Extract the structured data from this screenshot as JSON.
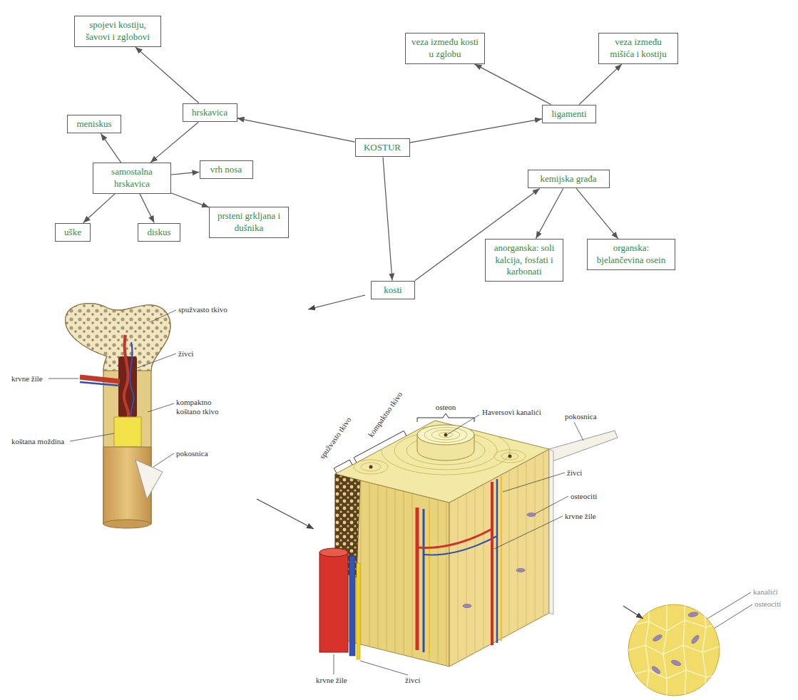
{
  "diagram": {
    "nodes": [
      {
        "text": [
          "spojevi kostiju, šavovi i zglobovi"
        ]
      },
      {
        "text": [
          "veza između kosti u zglobu"
        ]
      },
      {
        "text": [
          "veza između mišića i kostiju"
        ]
      },
      {
        "text": [
          "hrskavica"
        ]
      },
      {
        "text": [
          "meniskus"
        ]
      },
      {
        "text": [
          "ligamenti"
        ]
      },
      {
        "text": [
          "KOSTUR"
        ]
      },
      {
        "text": [
          "vrh nosa"
        ]
      },
      {
        "text": [
          "samostalna hrskavica"
        ]
      },
      {
        "text": [
          "kemijska građa"
        ]
      },
      {
        "text": [
          "prsteni grkljana i dušnika"
        ]
      },
      {
        "text": [
          "uške"
        ]
      },
      {
        "text": [
          "diskus"
        ]
      },
      {
        "text": [
          "kosti"
        ]
      },
      {
        "text": [
          "anorganska: soli kalcija, fosfati i karbonati"
        ]
      },
      {
        "text": [
          "organska: bjelančevina osein"
        ]
      }
    ],
    "edges": [
      {
        "from": 6,
        "to": 3,
        "arrow": "to"
      },
      {
        "from": 6,
        "to": 5,
        "arrow": "to"
      },
      {
        "from": 6,
        "to": 13,
        "arrow": "to"
      },
      {
        "from": 3,
        "to": 0,
        "arrow": "to"
      },
      {
        "from": 3,
        "to": 8,
        "arrow": "to"
      },
      {
        "from": 8,
        "to": 4,
        "arrow": "to"
      },
      {
        "from": 8,
        "to": 7,
        "arrow": "to"
      },
      {
        "from": 8,
        "to": 10,
        "arrow": "to"
      },
      {
        "from": 8,
        "to": 11,
        "arrow": "to"
      },
      {
        "from": 8,
        "to": 12,
        "arrow": "to"
      },
      {
        "from": 5,
        "to": 1,
        "arrow": "to"
      },
      {
        "from": 5,
        "to": 2,
        "arrow": "to"
      },
      {
        "from": 13,
        "to": 9,
        "arrow": "to"
      },
      {
        "from": 9,
        "to": 14,
        "arrow": "to"
      },
      {
        "from": 9,
        "to": 15,
        "arrow": "to"
      }
    ],
    "labels": [
      "spužvasto tkivo",
      "živci",
      "krvne žile",
      "kompaktno koštano tkivo",
      "koštana moždina",
      "pokosnica",
      "osteon",
      "Haversovi kanalići",
      "kompaktno tkivo",
      "spužvasto tkivo",
      "pokosnica",
      "živci",
      "osteociti",
      "krvne žile",
      "krvne žile",
      "živci",
      "kanalići",
      "osteociti"
    ]
  }
}
